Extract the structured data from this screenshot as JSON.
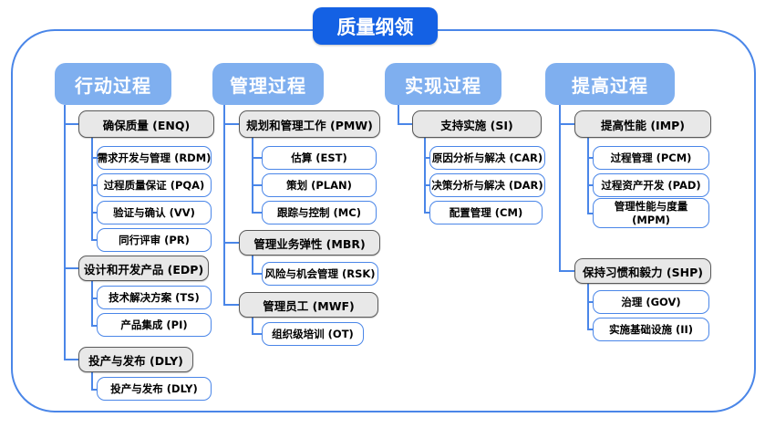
{
  "title": "质量纲领",
  "colors": {
    "title_bg": "#1461e4",
    "header_bg": "#7fafef",
    "line_blue": "#4a86e8",
    "gray_fill": "#e8e8e8",
    "gray_border": "#595959"
  },
  "columns": [
    {
      "header": "行动过程",
      "groups": [
        {
          "label": "确保质量 (ENQ)",
          "children": [
            "需求开发与管理 (RDM)",
            "过程质量保证 (PQA)",
            "验证与确认 (VV)",
            "同行评审 (PR)"
          ]
        },
        {
          "label": "设计和开发产品 (EDP)",
          "children": [
            "技术解决方案 (TS)",
            "产品集成 (PI)"
          ]
        },
        {
          "label": "投产与发布 (DLY)",
          "children": [
            "投产与发布 (DLY)"
          ]
        }
      ]
    },
    {
      "header": "管理过程",
      "groups": [
        {
          "label": "规划和管理工作 (PMW)",
          "children": [
            "估算 (EST)",
            "策划 (PLAN)",
            "跟踪与控制 (MC)"
          ]
        },
        {
          "label": "管理业务弹性 (MBR)",
          "children": [
            "风险与机会管理 (RSK)"
          ]
        },
        {
          "label": "管理员工 (MWF)",
          "children": [
            "组织级培训 (OT)"
          ]
        }
      ]
    },
    {
      "header": "实现过程",
      "groups": [
        {
          "label": "支持实施 (SI)",
          "children": [
            "原因分析与解决 (CAR)",
            "决策分析与解决 (DAR)",
            "配置管理 (CM)"
          ]
        }
      ]
    },
    {
      "header": "提高过程",
      "groups": [
        {
          "label": "提高性能 (IMP)",
          "children": [
            "过程管理 (PCM)",
            "过程资产开发 (PAD)",
            "管理性能与度量 (MPM)"
          ]
        },
        {
          "label": "保持习惯和毅力 (SHP)",
          "children": [
            "治理 (GOV)",
            "实施基础设施 (II)"
          ]
        }
      ]
    }
  ]
}
